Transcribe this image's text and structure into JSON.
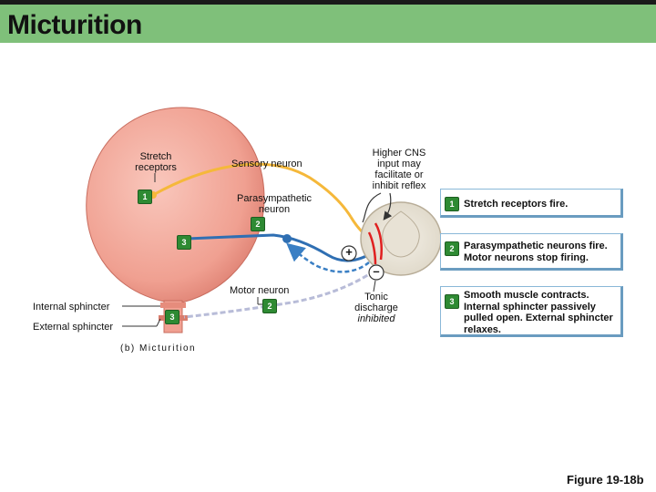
{
  "header": {
    "title": "Micturition"
  },
  "labels": {
    "stretch_receptors": "Stretch receptors",
    "sensory_neuron": "Sensory neuron",
    "parasympathetic_neuron": "Parasympathetic neuron",
    "higher_cns": "Higher CNS input may facilitate or inhibit reflex",
    "motor_neuron": "Motor neuron",
    "internal_sphincter": "Internal sphincter",
    "external_sphincter": "External sphincter",
    "tonic_discharge": "Tonic discharge",
    "inhibited": "inhibited",
    "plus": "+",
    "minus": "–"
  },
  "markers": {
    "stretch_receptor_num": "1",
    "parasympathetic_num": "2",
    "smooth_muscle_num": "3",
    "external_sphincter_num": "3",
    "motor_neuron_num": "2"
  },
  "steps": [
    {
      "number": "1",
      "text": "Stretch receptors fire."
    },
    {
      "number": "2",
      "text": "Parasympathetic neurons fire. Motor neurons stop firing."
    },
    {
      "number": "3",
      "text": "Smooth muscle contracts. Internal sphincter passively pulled open. External sphincter relaxes."
    }
  ],
  "caption": "(b) Micturition",
  "figure_label": "Figure 19-18b",
  "colors": {
    "title_bar": "#7fc07a",
    "bladder": "#f3a89c",
    "sensory": "#f5b83a",
    "parasympathetic": "#2f6fb3",
    "motor": "#b8bcd8",
    "excitatory": "#e02020",
    "badge": "#2e8a33"
  }
}
